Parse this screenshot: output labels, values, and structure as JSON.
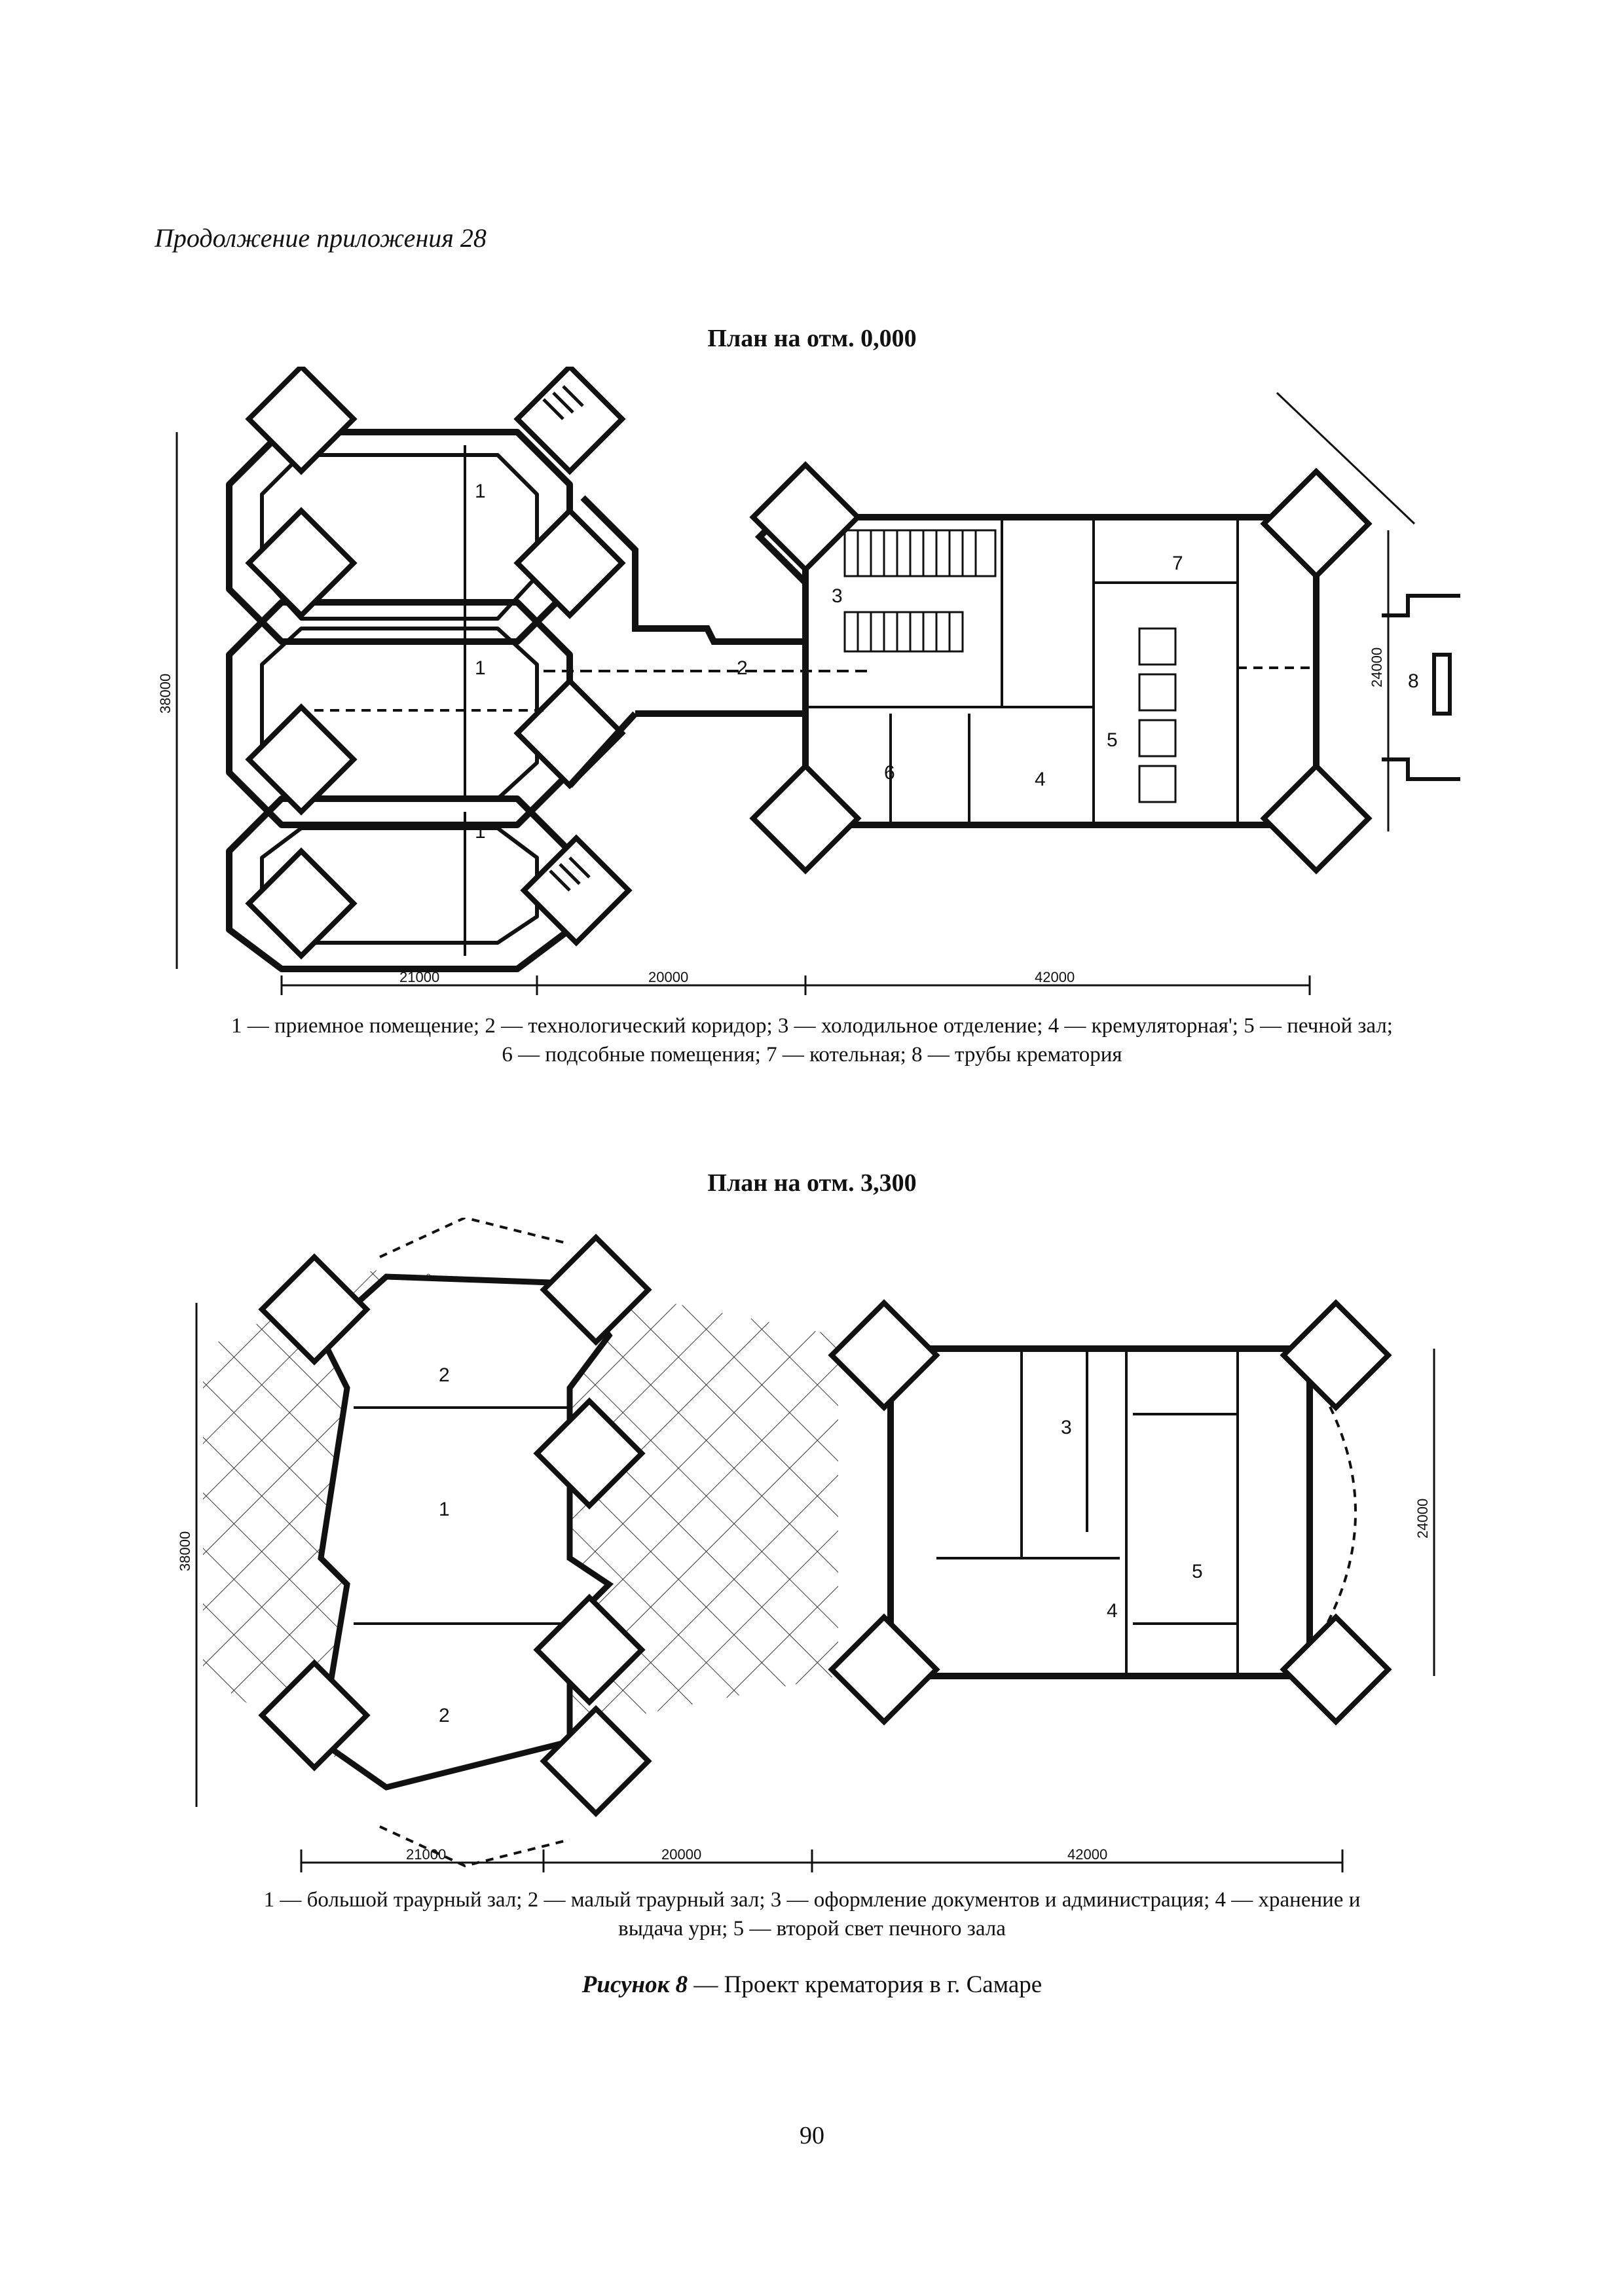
{
  "header": {
    "continuation": "Продолжение приложения 28"
  },
  "plan1": {
    "title": "План на отм. 0,000",
    "dims": {
      "d1": "21000",
      "d2": "20000",
      "d3": "42000",
      "left": "38000",
      "right": "24000"
    },
    "labels": {
      "l1a": "1",
      "l1b": "1",
      "l1c": "1",
      "l2": "2",
      "l3": "3",
      "l4": "4",
      "l5": "5",
      "l6": "6",
      "l7": "7",
      "l8": "8"
    },
    "caption_line1": "1 — приемное помещение; 2 — технологический коридор; 3 — холодильное отделение; 4 — кремуляторная'; 5 — печной зал;",
    "caption_line2": "6 — подсобные помещения; 7 — котельная; 8 — трубы крематория"
  },
  "plan2": {
    "title": "План на отм. 3,300",
    "dims": {
      "d1": "21000",
      "d2": "20000",
      "d3": "42000",
      "left": "38000",
      "right": "24000"
    },
    "labels": {
      "l1": "1",
      "l2a": "2",
      "l2b": "2",
      "l3": "3",
      "l4": "4",
      "l5": "5"
    },
    "caption_line1": "1 — большой траурный зал; 2 — малый траурный зал; 3 — оформление документов и администрация; 4 — хранение и",
    "caption_line2": "выдача урн; 5 — второй свет печного зала"
  },
  "figure": {
    "label": "Рисунок 8",
    "text": "— Проект крематория в г. Самаре"
  },
  "page_number": "90"
}
